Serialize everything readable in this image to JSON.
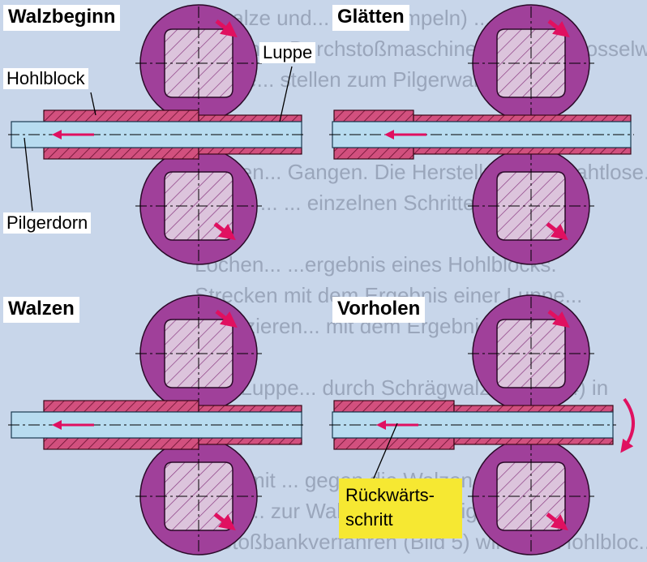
{
  "panels": [
    {
      "title": "Walzbeginn"
    },
    {
      "title": "Glätten"
    },
    {
      "title": "Walzen"
    },
    {
      "title": "Vorholen"
    }
  ],
  "labels": {
    "luppe": "Luppe",
    "hohlblock": "Hohlblock",
    "pilgerdorn": "Pilgerdorn",
    "rueckwaerts_line1": "Rückwärts-",
    "rueckwaerts_line2": "schritt"
  },
  "background_text_lines": [
    "chwalze und... en (Stempeln) ...",
    "Verkehr... Durchstoßmaschine mit dem Drosselwa...",
    "chiene... stellen zum Pilgerwalzen ...",
    "",
    "",
    "Walzen... Gangen. Die Herstellung von nahtlose...",
    "ohre... ... ... einzelnen Schritten...",
    "",
    "Lochen... ...ergebnis eines Hohlblocks.",
    "Strecken mit dem Ergebnis einer Luppe...",
    "Reduzieren... mit dem Ergebnis Rohr.",
    "",
    "ie ... Luppe... durch Schrägwalzen (Bild 4) in",
    "",
    "",
    "nd ... mit ... gegen die Walzen ...",
    "nd ... ... zur Walzachse geneigt.",
    "m Stoßbankverfahren (Bild 5) wird der Hohlbloc..."
  ],
  "colors": {
    "roll_outer": "#a0409a",
    "roll_inner": "#dcc4dc",
    "tube": "#cc4a78",
    "mandrel": "#b8dcf0",
    "arrow_red": "#e01060",
    "callout_yellow": "#f6e832",
    "background": "#c8d6ea"
  }
}
